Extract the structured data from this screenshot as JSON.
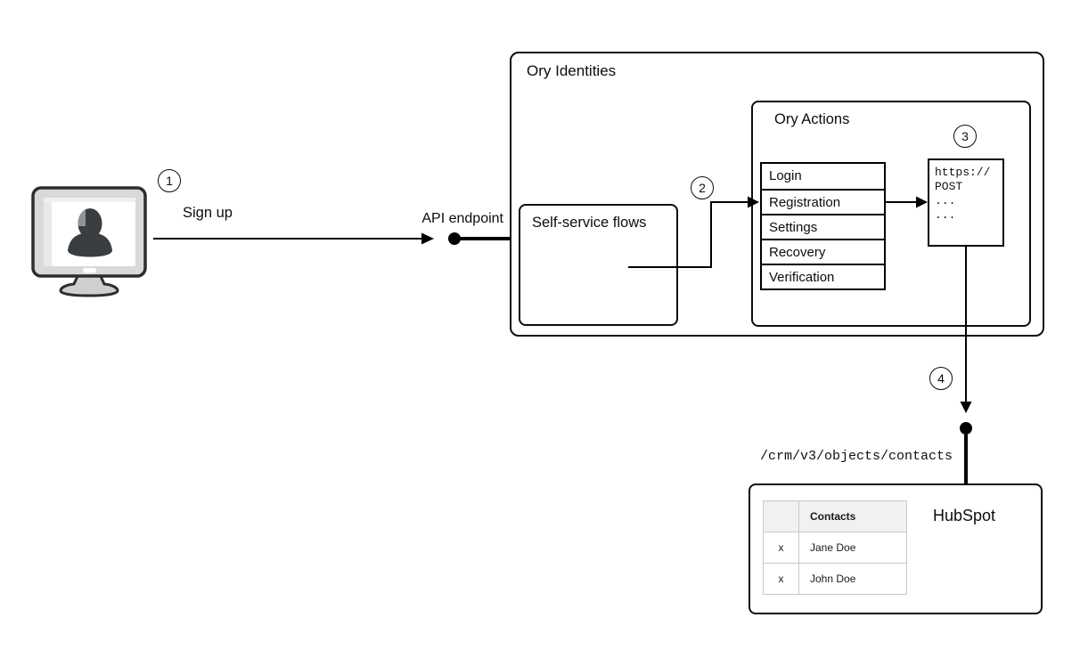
{
  "diagram": {
    "steps": [
      "1",
      "2",
      "3",
      "4"
    ],
    "labels": {
      "sign_up": "Sign up",
      "api_endpoint": "API endpoint",
      "crm_path": "/crm/v3/objects/contacts"
    },
    "ory_identities": {
      "title": "Ory Identities",
      "self_service_flows": {
        "title": "Self-service flows"
      },
      "ory_actions": {
        "title": "Ory Actions",
        "flows": [
          "Login",
          "Registration",
          "Settings",
          "Recovery",
          "Verification"
        ],
        "webhook_request": [
          "https://",
          "POST",
          "...",
          "..."
        ]
      }
    },
    "hubspot": {
      "title": "HubSpot",
      "contacts_table": {
        "headers": [
          "",
          "Contacts"
        ],
        "rows": [
          [
            "x",
            "Jane Doe"
          ],
          [
            "x",
            "John Doe"
          ]
        ]
      }
    },
    "colors": {
      "line": "#000000",
      "box_border": "#0d0d0d",
      "table_border": "#c9c9c9",
      "table_header_bg": "#f1f1f1",
      "monitor_frame": "#d9d9d9",
      "silhouette": "#3a3e41"
    }
  }
}
